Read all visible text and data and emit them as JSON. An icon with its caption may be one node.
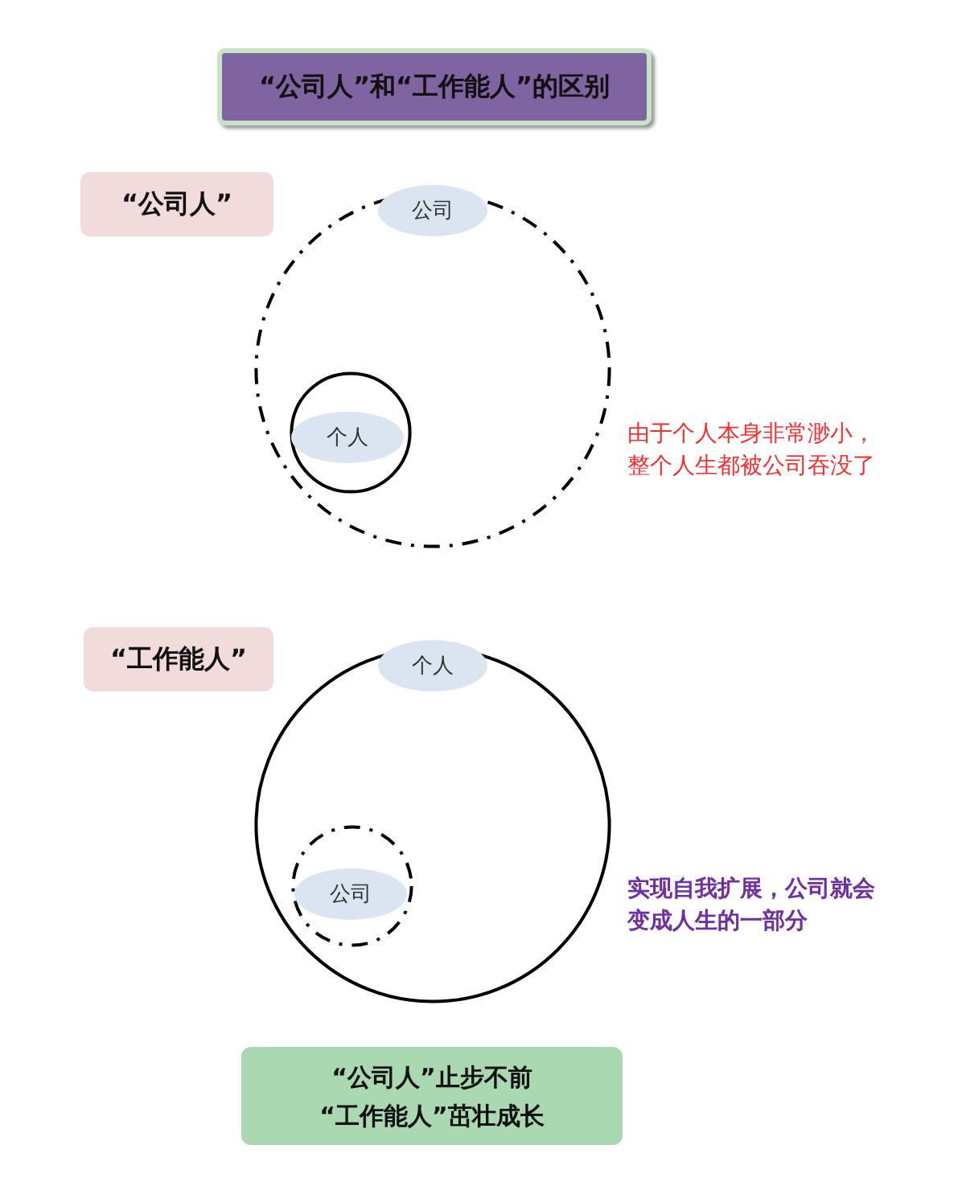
{
  "diagram": {
    "title": "“公司人”和“工作能人”的区别",
    "nodes": [
      {
        "text": [
          "“公司人”"
        ]
      },
      {
        "text": [
          "公司"
        ],
        "beside": [
          "由于个人本身非常渺小，整个人生都被公司吞没了"
        ]
      },
      {
        "text": [
          "个人"
        ],
        "in": 1
      },
      {
        "text": [
          "“工作能人”"
        ]
      },
      {
        "text": [
          "个人"
        ],
        "beside": [
          "实现自我扩展，公司就会变成人生的一部分"
        ]
      },
      {
        "text": [
          "公司"
        ],
        "in": 4
      },
      {
        "text": [
          "“公司人”止步不前",
          "“工作能人”茁壮成长"
        ]
      }
    ],
    "edges": []
  }
}
